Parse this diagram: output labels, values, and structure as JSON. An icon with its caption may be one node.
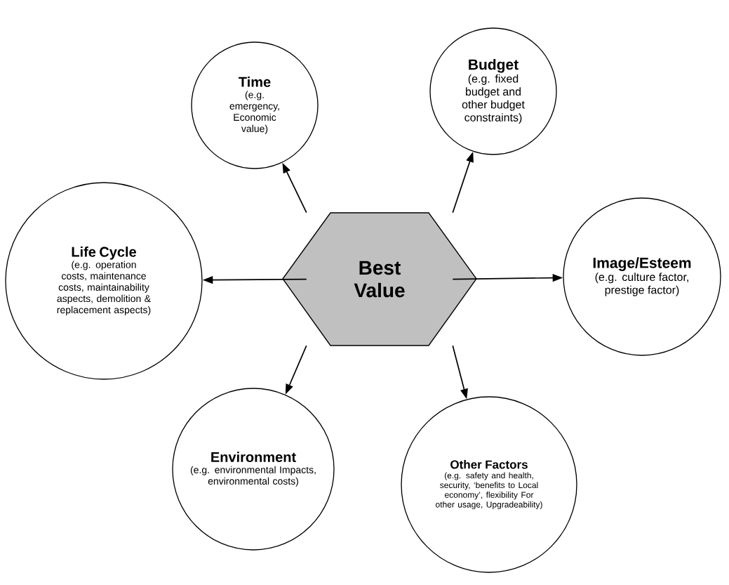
{
  "diagram": {
    "nodes": [
      {
        "text": [
          "Best Value"
        ]
      },
      {
        "text": [
          "Time",
          "(e.g. emergency, Economic value)"
        ]
      },
      {
        "text": [
          "Budget",
          "(e.g. fixed budget and other budget constraints)"
        ]
      },
      {
        "text": [
          "Life Cycle",
          "(e.g. operation costs, maintenance costs, maintainability aspects, demolition & replacement aspects)"
        ]
      },
      {
        "text": [
          "Image/Esteem",
          "(e.g. culture factor, prestige factor)"
        ]
      },
      {
        "text": [
          "Environment",
          "(e.g. environmental Impacts, environmental costs)"
        ]
      },
      {
        "text": [
          "Other Factors",
          "(e.g. safety and health, security, ‘benefits to Local economy’, flexibility For other usage, Upgradeability)"
        ]
      }
    ],
    "edges": [
      {
        "from": 0,
        "to": 1,
        "arrow": "to"
      },
      {
        "from": 0,
        "to": 2,
        "arrow": "to"
      },
      {
        "from": 0,
        "to": 3,
        "arrow": "to"
      },
      {
        "from": 0,
        "to": 4,
        "arrow": "to"
      },
      {
        "from": 0,
        "to": 5,
        "arrow": "to"
      },
      {
        "from": 0,
        "to": 6,
        "arrow": "to"
      }
    ]
  }
}
